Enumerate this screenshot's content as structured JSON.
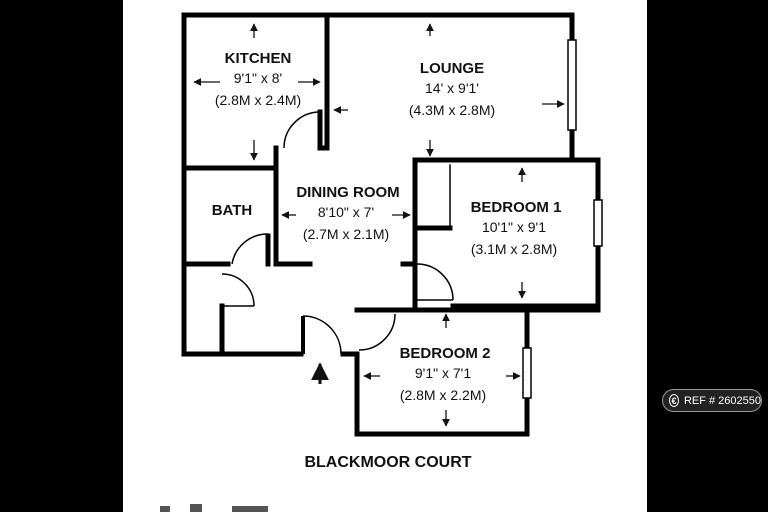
{
  "rooms": {
    "kitchen": {
      "name": "KITCHEN",
      "imperial": "9'1\" x 8'",
      "metric": "(2.8M x 2.4M)"
    },
    "lounge": {
      "name": "LOUNGE",
      "imperial": "14' x 9'1'",
      "metric": "(4.3M x 2.8M)"
    },
    "dining": {
      "name": "DINING ROOM",
      "imperial": "8'10\" x 7'",
      "metric": "(2.7M x 2.1M)"
    },
    "bath": {
      "name": "BATH"
    },
    "bedroom1": {
      "name": "BEDROOM 1",
      "imperial": "10'1\" x 9'1",
      "metric": "(3.1M x 2.8M)"
    },
    "bedroom2": {
      "name": "BEDROOM 2",
      "imperial": "9'1\" x 7'1",
      "metric": "(2.8M x 2.2M)"
    }
  },
  "caption": "BLACKMOOR COURT",
  "ref_badge": {
    "icon": "€",
    "text": "REF # 2602550"
  },
  "colors": {
    "walls": "#000000",
    "paper": "#ffffff",
    "background": "#000000",
    "window": "#cfcfcf"
  }
}
